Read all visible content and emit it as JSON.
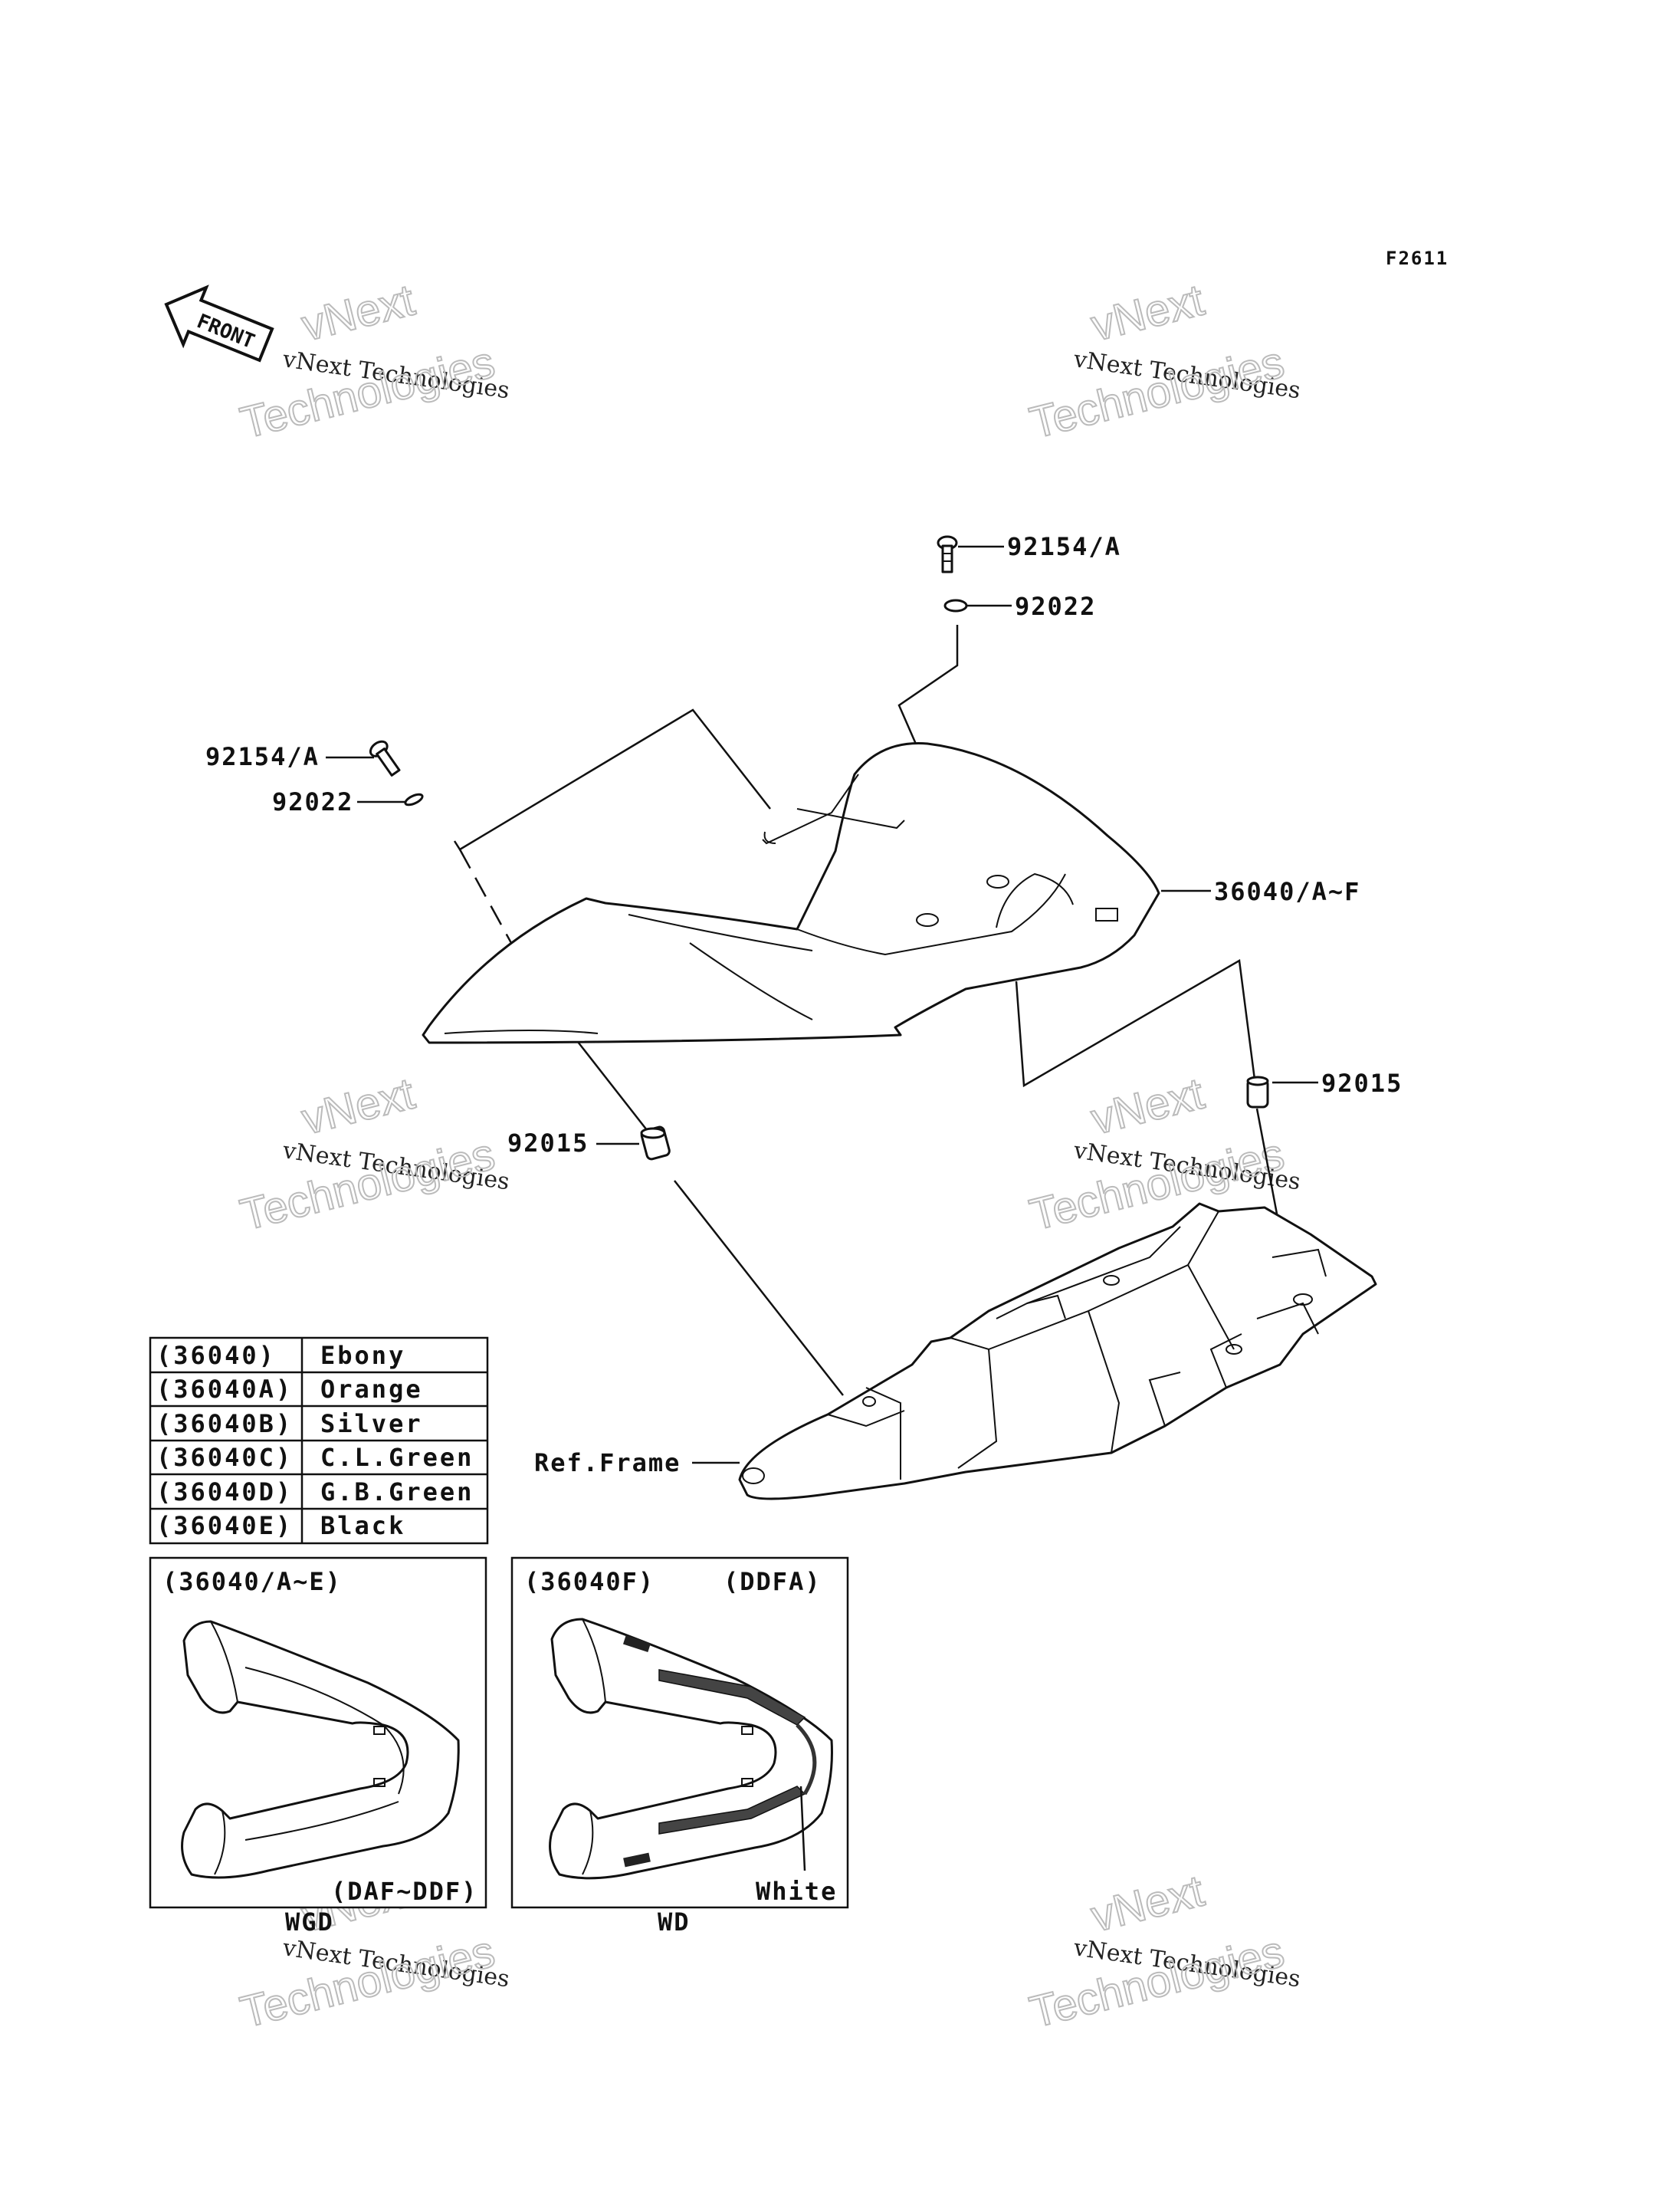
{
  "diagram_code": "F2611",
  "front_label": "FRONT",
  "watermark": {
    "line1": "vNext",
    "line2": "vNext Technologies",
    "line3": "Technologies"
  },
  "callouts": {
    "bolt_right": "92154/A",
    "washer_right": "92022",
    "bolt_left": "92154/A",
    "washer_left": "92022",
    "cover": "36040/A~F",
    "grommet_right": "92015",
    "grommet_left": "92015",
    "frame": "Ref.Frame"
  },
  "color_table": [
    {
      "part": "(36040)",
      "color": "Ebony"
    },
    {
      "part": "(36040A)",
      "color": "Orange"
    },
    {
      "part": "(36040B)",
      "color": "Silver"
    },
    {
      "part": "(36040C)",
      "color": "C.L.Green"
    },
    {
      "part": "(36040D)",
      "color": "G.B.Green"
    },
    {
      "part": "(36040E)",
      "color": "Black"
    }
  ],
  "inset_left": {
    "title": "(36040/A~E)",
    "note": "(DAF~DDF)",
    "caption": "WGD"
  },
  "inset_right": {
    "title": "(36040F)",
    "title2": "(DDFA)",
    "note": "White",
    "caption": "WD"
  }
}
